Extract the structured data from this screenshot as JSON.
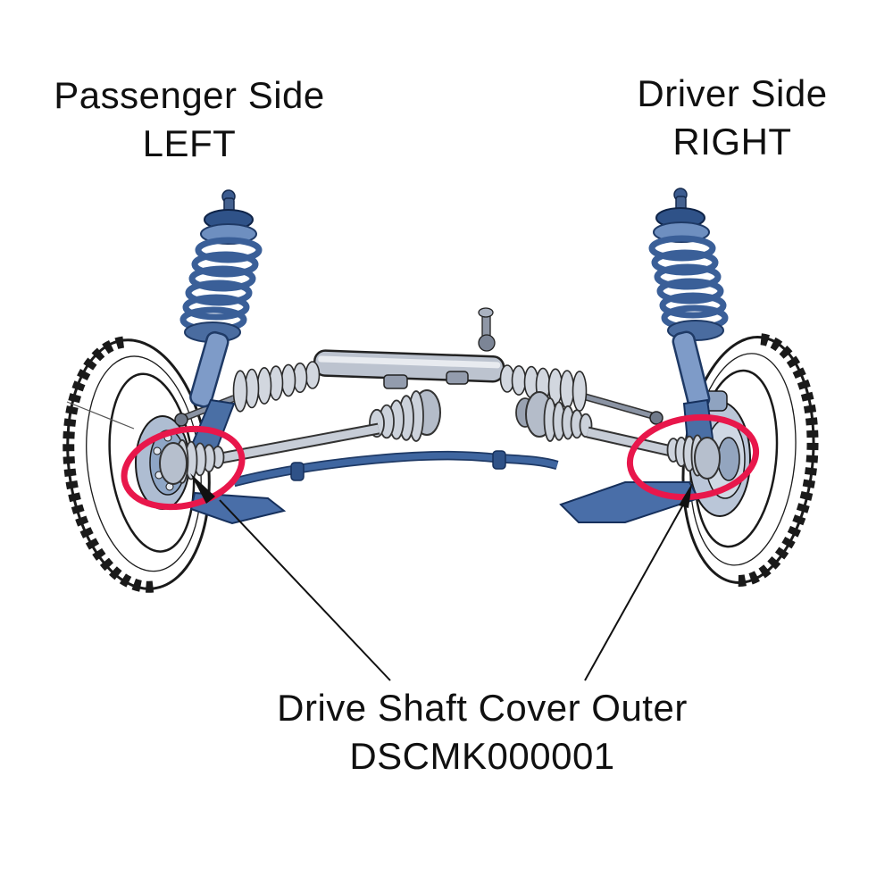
{
  "diagram": {
    "labels": {
      "passenger_side": {
        "line1": "Passenger Side",
        "line2": "LEFT"
      },
      "driver_side": {
        "line1": "Driver Side",
        "line2": "RIGHT"
      },
      "part_callout": {
        "line1": "Drive Shaft Cover Outer",
        "line2": "DSCMK000001"
      }
    },
    "highlights": {
      "color": "#e8174b"
    },
    "colors": {
      "suspension_blue": "#4a6fa5",
      "spring_blue": "#3a5f98",
      "metal_gray": "#c3cad4",
      "outline_black": "#1a1a1a",
      "background": "#ffffff"
    }
  }
}
